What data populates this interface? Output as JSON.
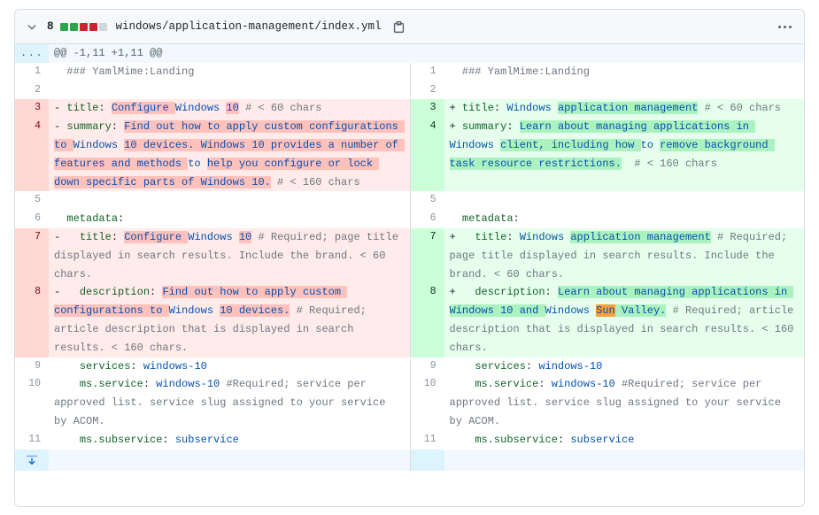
{
  "header": {
    "chevron_icon": "chevron-down-icon",
    "change_count": "8",
    "diffstat_blocks": [
      "#2da44e",
      "#2da44e",
      "#cf222e",
      "#cf222e",
      "#d0d7de"
    ],
    "file_path": "windows/application-management/index.yml",
    "copy_icon": "copy-path-icon",
    "menu_icon": "kebab-horizontal-icon"
  },
  "colors": {
    "addition_bg": "#e6ffec",
    "addition_word": "#abf2c0",
    "deletion_bg": "#ffebe9",
    "deletion_word": "#ffc1bc",
    "spellcheck_highlight": "#f7a03c",
    "hunk_bg": "#f1f8ff",
    "accent": "#0969da",
    "key_color": "#116329",
    "value_color": "#0550ae",
    "comment_color": "#6e7781"
  },
  "hunk": {
    "expander_label": "...",
    "range": "@@ -1,11 +1,11 @@"
  },
  "footer": {
    "expand_icon": "expand-down-icon"
  },
  "rows": [
    {
      "type": "context",
      "left_num": "1",
      "right_num": "1",
      "left": [
        {
          "t": "  ",
          "c": "p"
        },
        {
          "t": "### YamlMime:Landing",
          "c": "c"
        }
      ],
      "right": [
        {
          "t": "  ",
          "c": "p"
        },
        {
          "t": "### YamlMime:Landing",
          "c": "c"
        }
      ]
    },
    {
      "type": "context",
      "left_num": "2",
      "right_num": "2",
      "left": [],
      "right": []
    },
    {
      "type": "change",
      "left_num": "3",
      "right_num": "3",
      "left": [
        {
          "t": "- ",
          "c": "p"
        },
        {
          "t": "title",
          "c": "k"
        },
        {
          "t": ": ",
          "c": "p"
        },
        {
          "t": "Configure ",
          "c": "v",
          "w": true
        },
        {
          "t": "Windows ",
          "c": "v"
        },
        {
          "t": "10",
          "c": "v",
          "w": true
        },
        {
          "t": " ",
          "c": "p"
        },
        {
          "t": "# < 60 chars",
          "c": "c"
        }
      ],
      "right": [
        {
          "t": "+ ",
          "c": "p"
        },
        {
          "t": "title",
          "c": "k"
        },
        {
          "t": ": ",
          "c": "p"
        },
        {
          "t": "Windows ",
          "c": "v"
        },
        {
          "t": "application management",
          "c": "v",
          "w": true
        },
        {
          "t": " ",
          "c": "p"
        },
        {
          "t": "# < 60 chars",
          "c": "c"
        }
      ]
    },
    {
      "type": "change",
      "left_num": "4",
      "right_num": "4",
      "left": [
        {
          "t": "- ",
          "c": "p"
        },
        {
          "t": "summary",
          "c": "k"
        },
        {
          "t": ": ",
          "c": "p"
        },
        {
          "t": "Find out how to apply custom configurations to ",
          "c": "v",
          "w": true
        },
        {
          "t": "Windows ",
          "c": "v"
        },
        {
          "t": "10 devices. Windows 10 provides a number of features and methods ",
          "c": "v",
          "w": true
        },
        {
          "t": "to ",
          "c": "v"
        },
        {
          "t": "help you configure or lock down specific parts of Windows 10.",
          "c": "v",
          "w": true
        },
        {
          "t": " ",
          "c": "p"
        },
        {
          "t": "# < 160 chars",
          "c": "c"
        }
      ],
      "right": [
        {
          "t": "+ ",
          "c": "p"
        },
        {
          "t": "summary",
          "c": "k"
        },
        {
          "t": ": ",
          "c": "p"
        },
        {
          "t": "Learn about managing applications in ",
          "c": "v",
          "w": true
        },
        {
          "t": "Windows ",
          "c": "v"
        },
        {
          "t": "client, including how ",
          "c": "v",
          "w": true
        },
        {
          "t": "to ",
          "c": "v"
        },
        {
          "t": "remove background task resource restrictions.",
          "c": "v",
          "w": true
        },
        {
          "t": "  ",
          "c": "p"
        },
        {
          "t": "# < 160 chars",
          "c": "c"
        }
      ]
    },
    {
      "type": "context",
      "left_num": "5",
      "right_num": "5",
      "left": [],
      "right": []
    },
    {
      "type": "context",
      "left_num": "6",
      "right_num": "6",
      "left": [
        {
          "t": "  ",
          "c": "p"
        },
        {
          "t": "metadata",
          "c": "k"
        },
        {
          "t": ":",
          "c": "p"
        }
      ],
      "right": [
        {
          "t": "  ",
          "c": "p"
        },
        {
          "t": "metadata",
          "c": "k"
        },
        {
          "t": ":",
          "c": "p"
        }
      ]
    },
    {
      "type": "change",
      "left_num": "7",
      "right_num": "7",
      "left": [
        {
          "t": "-   ",
          "c": "p"
        },
        {
          "t": "title",
          "c": "k"
        },
        {
          "t": ": ",
          "c": "p"
        },
        {
          "t": "Configure ",
          "c": "v",
          "w": true
        },
        {
          "t": "Windows ",
          "c": "v"
        },
        {
          "t": "10",
          "c": "v",
          "w": true
        },
        {
          "t": " ",
          "c": "p"
        },
        {
          "t": "# Required; page title displayed in search results. Include the brand. < 60 chars.",
          "c": "c"
        }
      ],
      "right": [
        {
          "t": "+   ",
          "c": "p"
        },
        {
          "t": "title",
          "c": "k"
        },
        {
          "t": ": ",
          "c": "p"
        },
        {
          "t": "Windows ",
          "c": "v"
        },
        {
          "t": "application management",
          "c": "v",
          "w": true
        },
        {
          "t": " ",
          "c": "p"
        },
        {
          "t": "# Required; page title displayed in search results. Include the brand. < 60 chars.",
          "c": "c"
        }
      ]
    },
    {
      "type": "change",
      "left_num": "8",
      "right_num": "8",
      "left": [
        {
          "t": "-   ",
          "c": "p"
        },
        {
          "t": "description",
          "c": "k"
        },
        {
          "t": ": ",
          "c": "p"
        },
        {
          "t": "Find out how to apply custom configurations to ",
          "c": "v",
          "w": true
        },
        {
          "t": "Windows ",
          "c": "v"
        },
        {
          "t": "10 devices.",
          "c": "v",
          "w": true
        },
        {
          "t": " ",
          "c": "p"
        },
        {
          "t": "# Required; article description that is displayed in search results. < 160 chars.",
          "c": "c"
        }
      ],
      "right": [
        {
          "t": "+   ",
          "c": "p"
        },
        {
          "t": "description",
          "c": "k"
        },
        {
          "t": ": ",
          "c": "p"
        },
        {
          "t": "Learn about managing applications in ",
          "c": "v",
          "w": true
        },
        {
          "t": "Windows 10 and ",
          "c": "v",
          "w": true
        },
        {
          "t": "Windows ",
          "c": "v"
        },
        {
          "t": "Sun",
          "c": "v",
          "s": true
        },
        {
          "t": " Valley.",
          "c": "v",
          "w": true
        },
        {
          "t": " ",
          "c": "p"
        },
        {
          "t": "# Required; article description that is displayed in search results. < 160 chars.",
          "c": "c"
        }
      ]
    },
    {
      "type": "context",
      "left_num": "9",
      "right_num": "9",
      "left": [
        {
          "t": "    ",
          "c": "p"
        },
        {
          "t": "services",
          "c": "k"
        },
        {
          "t": ": ",
          "c": "p"
        },
        {
          "t": "windows-10",
          "c": "v"
        }
      ],
      "right": [
        {
          "t": "    ",
          "c": "p"
        },
        {
          "t": "services",
          "c": "k"
        },
        {
          "t": ": ",
          "c": "p"
        },
        {
          "t": "windows-10",
          "c": "v"
        }
      ]
    },
    {
      "type": "context",
      "left_num": "10",
      "right_num": "10",
      "left": [
        {
          "t": "    ",
          "c": "p"
        },
        {
          "t": "ms.service",
          "c": "k"
        },
        {
          "t": ": ",
          "c": "p"
        },
        {
          "t": "windows-10",
          "c": "v"
        },
        {
          "t": " ",
          "c": "p"
        },
        {
          "t": "#Required; service per approved list. service slug assigned to your service by ACOM.",
          "c": "c"
        }
      ],
      "right": [
        {
          "t": "    ",
          "c": "p"
        },
        {
          "t": "ms.service",
          "c": "k"
        },
        {
          "t": ": ",
          "c": "p"
        },
        {
          "t": "windows-10",
          "c": "v"
        },
        {
          "t": " ",
          "c": "p"
        },
        {
          "t": "#Required; service per approved list. service slug assigned to your service by ACOM.",
          "c": "c"
        }
      ]
    },
    {
      "type": "context",
      "left_num": "11",
      "right_num": "11",
      "left": [
        {
          "t": "    ",
          "c": "p"
        },
        {
          "t": "ms.subservice",
          "c": "k"
        },
        {
          "t": ": ",
          "c": "p"
        },
        {
          "t": "subservice",
          "c": "v"
        }
      ],
      "right": [
        {
          "t": "    ",
          "c": "p"
        },
        {
          "t": "ms.subservice",
          "c": "k"
        },
        {
          "t": ": ",
          "c": "p"
        },
        {
          "t": "subservice",
          "c": "v"
        }
      ]
    }
  ]
}
